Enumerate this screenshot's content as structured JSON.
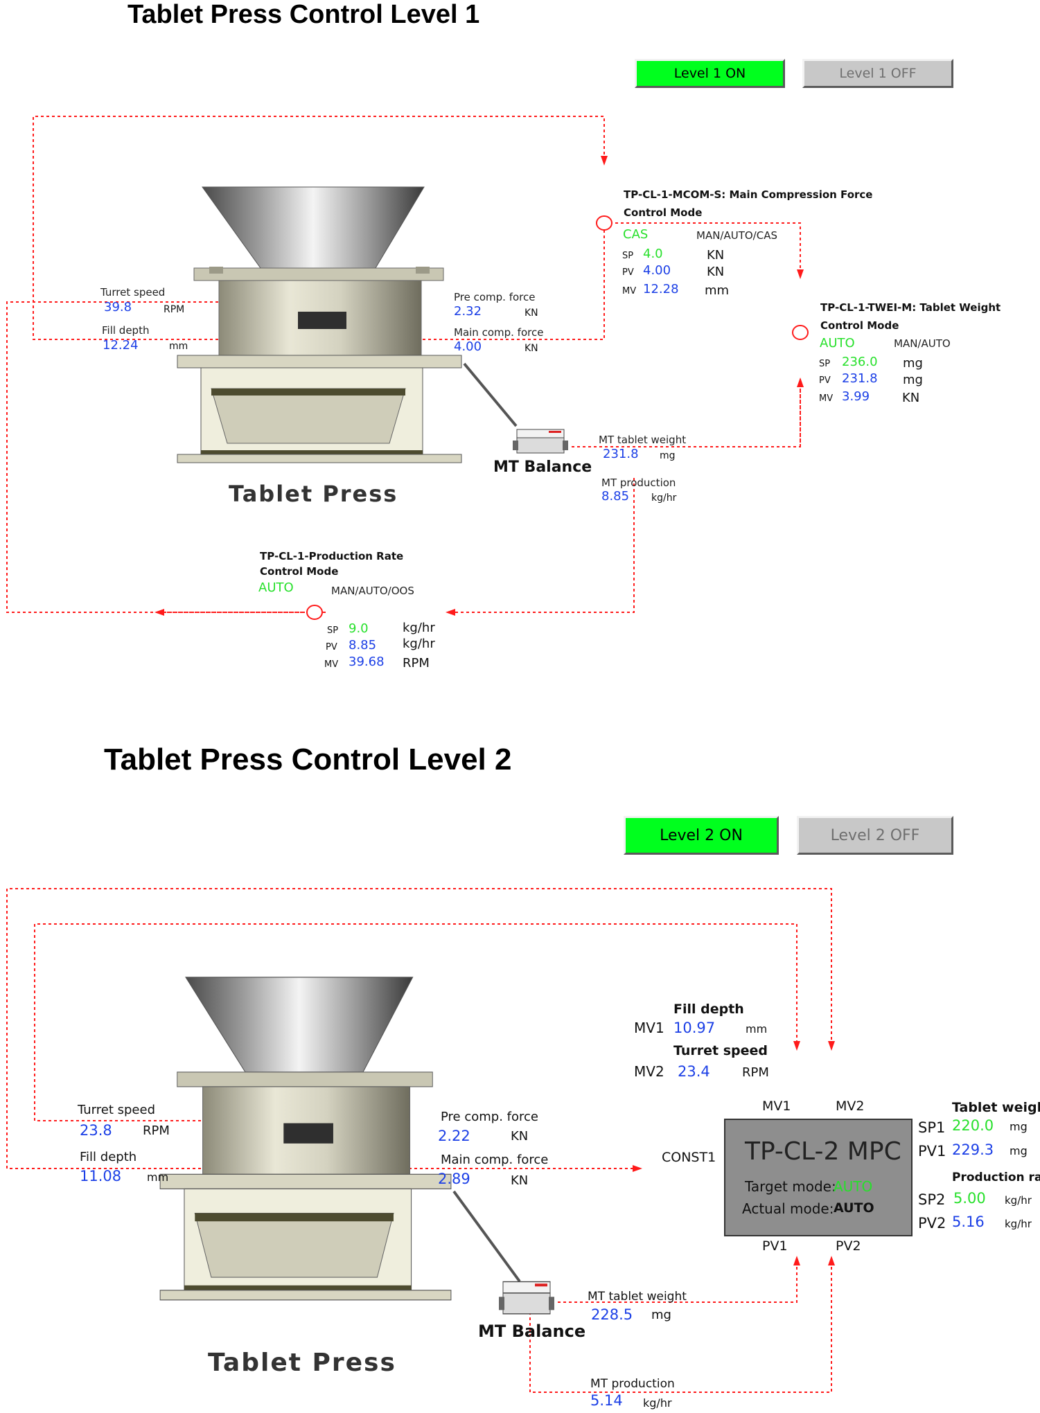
{
  "level1": {
    "title": "Tablet Press Control Level 1",
    "btn_on": "Level 1 ON",
    "btn_off": "Level 1 OFF",
    "machine_label": "Tablet Press",
    "balance_label": "MT Balance",
    "turret_speed": {
      "label": "Turret speed",
      "value": "39.8",
      "unit": "RPM"
    },
    "fill_depth": {
      "label": "Fill depth",
      "value": "12.24",
      "unit": "mm"
    },
    "pre_comp": {
      "label": "Pre comp. force",
      "value": "2.32",
      "unit": "KN"
    },
    "main_comp": {
      "label": "Main comp. force",
      "value": "4.00",
      "unit": "KN"
    },
    "mt_weight": {
      "label": "MT tablet weight",
      "value": "231.8",
      "unit": "mg"
    },
    "mt_production": {
      "label": "MT production",
      "value": "8.85",
      "unit": "kg/hr"
    },
    "mcom": {
      "title1": "TP-CL-1-MCOM-S: Main Compression Force",
      "title2": "Control Mode",
      "mode": "CAS",
      "modes": "MAN/AUTO/CAS",
      "sp_tag": "SP",
      "sp": "4.0",
      "sp_unit": "KN",
      "pv_tag": "PV",
      "pv": "4.00",
      "pv_unit": "KN",
      "mv_tag": "MV",
      "mv": "12.28",
      "mv_unit": "mm"
    },
    "twei": {
      "title1": "TP-CL-1-TWEI-M: Tablet Weight",
      "title2": "Control Mode",
      "mode": "AUTO",
      "modes": "MAN/AUTO",
      "sp_tag": "SP",
      "sp": "236.0",
      "sp_unit": "mg",
      "pv_tag": "PV",
      "pv": "231.8",
      "pv_unit": "mg",
      "mv_tag": "MV",
      "mv": "3.99",
      "mv_unit": "KN"
    },
    "prod": {
      "title1": "TP-CL-1-Production Rate",
      "title2": "Control Mode",
      "mode": "AUTO",
      "modes": "MAN/AUTO/OOS",
      "sp_tag": "SP",
      "sp": "9.0",
      "sp_unit": "kg/hr",
      "pv_tag": "PV",
      "pv": "8.85",
      "pv_unit": "kg/hr",
      "mv_tag": "MV",
      "mv": "39.68",
      "mv_unit": "RPM"
    }
  },
  "level2": {
    "title": "Tablet Press Control Level 2",
    "btn_on": "Level 2 ON",
    "btn_off": "Level 2 OFF",
    "machine_label": "Tablet Press",
    "balance_label": "MT Balance",
    "turret_speed": {
      "label": "Turret speed",
      "value": "23.8",
      "unit": "RPM"
    },
    "fill_depth": {
      "label": "Fill depth",
      "value": "11.08",
      "unit": "mm"
    },
    "pre_comp": {
      "label": "Pre comp. force",
      "value": "2.22",
      "unit": "KN"
    },
    "main_comp": {
      "label": "Main comp. force",
      "value": "2.89",
      "unit": "KN"
    },
    "mt_weight": {
      "label": "MT tablet weight",
      "value": "228.5",
      "unit": "mg"
    },
    "mt_production": {
      "label": "MT production",
      "value": "5.14",
      "unit": "kg/hr"
    },
    "mv1": {
      "tag": "MV1",
      "label": "Fill depth",
      "value": "10.97",
      "unit": "mm"
    },
    "mv2": {
      "tag": "MV2",
      "label": "Turret speed",
      "value": "23.4",
      "unit": "RPM"
    },
    "mpc": {
      "title": "TP-CL-2 MPC",
      "target_label": "Target mode:",
      "target_value": "AUTO",
      "actual_label": "Actual mode:",
      "actual_value": "AUTO",
      "port_mv1": "MV1",
      "port_mv2": "MV2",
      "port_pv1": "PV1",
      "port_pv2": "PV2",
      "port_const": "CONST1"
    },
    "tablet_weight": {
      "label": "Tablet weight",
      "sp_tag": "SP1",
      "sp": "220.0",
      "sp_unit": "mg",
      "pv_tag": "PV1",
      "pv": "229.3",
      "pv_unit": "mg"
    },
    "production_rate": {
      "label": "Production rate",
      "sp_tag": "SP2",
      "sp": "5.00",
      "sp_unit": "kg/hr",
      "pv_tag": "PV2",
      "pv": "5.16",
      "pv_unit": "kg/hr"
    }
  },
  "colors": {
    "wire": "#ff1a1a",
    "on": "#00ff1e",
    "off": "#c8c8c8",
    "value": "#1b3fe6",
    "mode": "#27e02b",
    "mpc": "#8e8e8e"
  }
}
